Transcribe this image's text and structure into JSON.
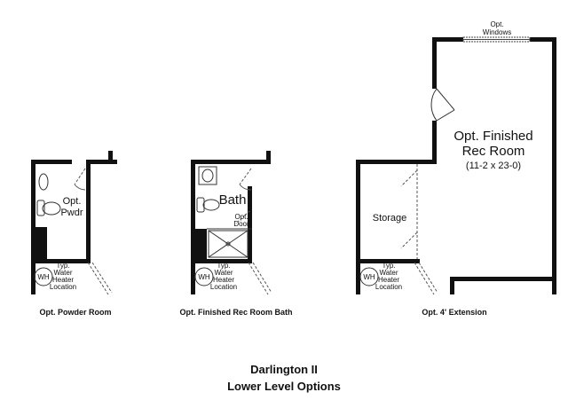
{
  "powder_room": {
    "room_label_1": "Opt.",
    "room_label_2": "Pwdr",
    "wh_abbr": "WH",
    "wh_note_1": "Typ.",
    "wh_note_2": "Water",
    "wh_note_3": "Heater",
    "wh_note_4": "Location",
    "caption": "Opt. Powder Room"
  },
  "rec_room_bath": {
    "room_label": "Bath",
    "door_note_1": "Opt.",
    "door_note_2": "Door",
    "wh_abbr": "WH",
    "wh_note_1": "Typ.",
    "wh_note_2": "Water",
    "wh_note_3": "Heater",
    "wh_note_4": "Location",
    "caption": "Opt. Finished Rec Room Bath"
  },
  "extension": {
    "windows_note_1": "Opt.",
    "windows_note_2": "Windows",
    "rec_room_1": "Opt. Finished",
    "rec_room_2": "Rec Room",
    "rec_room_dims": "(11-2 x 23-0)",
    "storage_label": "Storage",
    "wh_abbr": "WH",
    "wh_note_1": "Typ.",
    "wh_note_2": "Water",
    "wh_note_3": "Heater",
    "wh_note_4": "Location",
    "caption": "Opt. 4' Extension"
  },
  "footer": {
    "title_1": "Darlington II",
    "title_2": "Lower Level Options"
  },
  "colors": {
    "wall": "#111111",
    "background": "#ffffff"
  }
}
